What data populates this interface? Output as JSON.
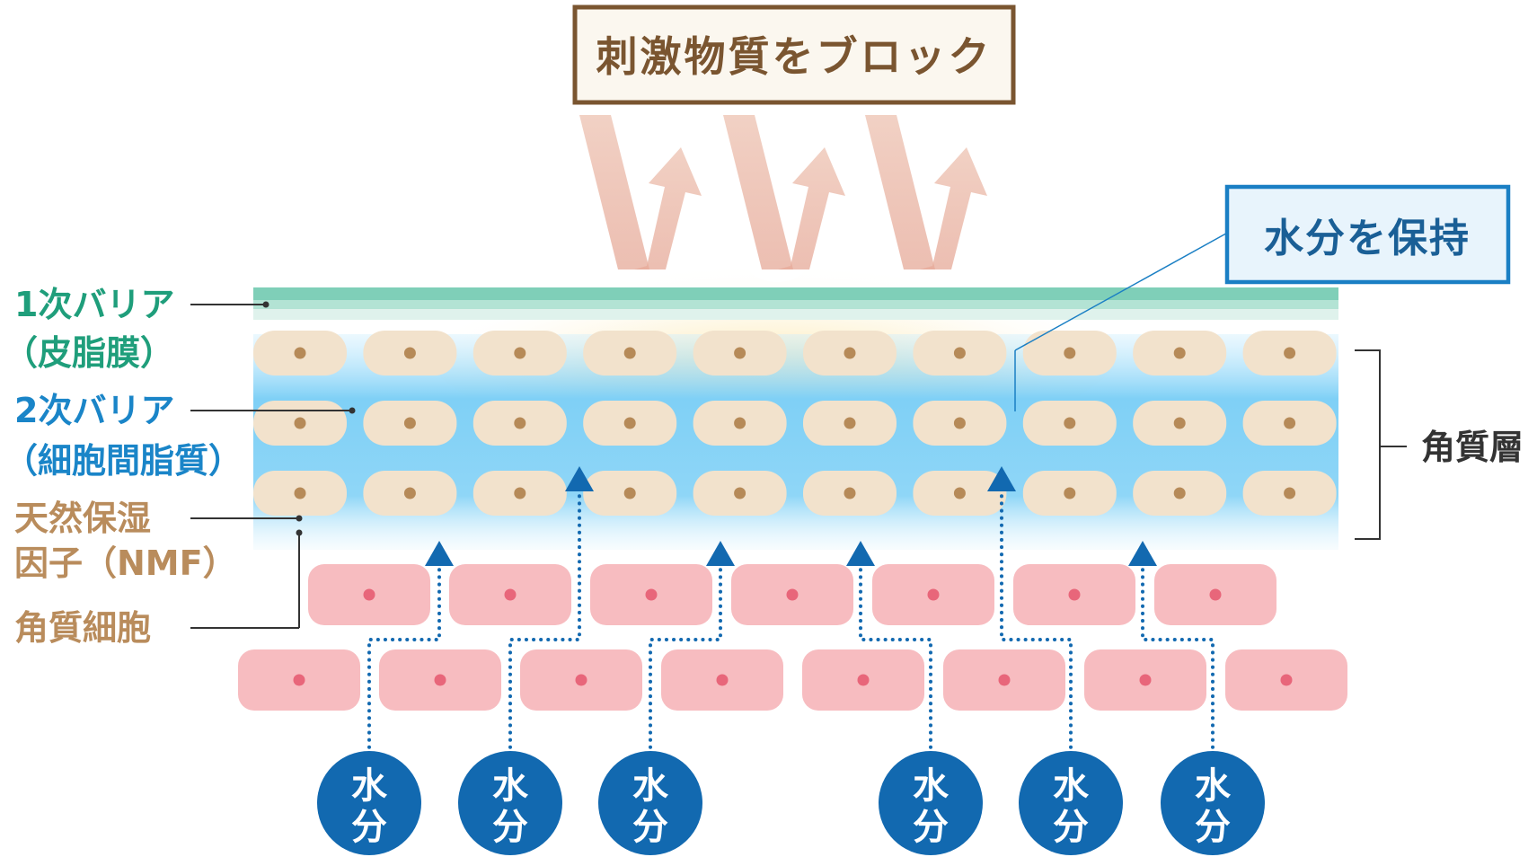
{
  "title": "刺激物質をブロック",
  "callout": "水分を保持",
  "labels": {
    "barrier1_line1": "1次バリア",
    "barrier1_line2": "（皮脂膜）",
    "barrier2_line1": "2次バリア",
    "barrier2_line2": "（細胞間脂質）",
    "nmf_line1": "天然保湿",
    "nmf_line2": "因子（NMF）",
    "corneocyte": "角質細胞",
    "stratum_corneum": "角質層"
  },
  "water_badge": {
    "line1": "水",
    "line2": "分"
  },
  "colors": {
    "title_border": "#7a5530",
    "title_bg": "#fbf7ef",
    "title_text": "#7a5530",
    "barrier1": "#1f9e7b",
    "barrier2": "#1a85c8",
    "nmf": "#b98c5c",
    "callout_border": "#1a7fc4",
    "callout_bg": "#e8f4fc",
    "callout_text": "#1a5f96",
    "corneocyte_fill": "#f2e2cc",
    "corneocyte_dot": "#b68a58",
    "live_cell_fill": "#f7bcc0",
    "live_cell_dot": "#e8667a",
    "water": "#1269b0",
    "arrow": "#e9b7a8"
  }
}
